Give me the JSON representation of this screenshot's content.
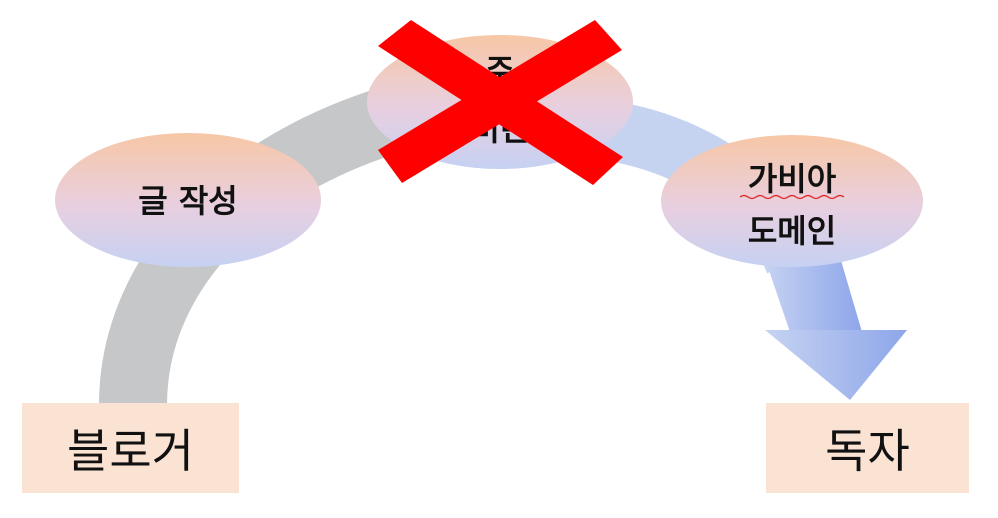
{
  "nodes": {
    "writing": {
      "label": "글 작성"
    },
    "middle": {
      "label_top": "주",
      "label_bottom": "비린"
    },
    "gabia": {
      "line1": "가비아",
      "line2": "도메인"
    }
  },
  "boxes": {
    "blogger": "블로거",
    "reader": "독자"
  },
  "colors": {
    "arc_gray": "#c6c7c9",
    "arc_blue": "#c5d3f0",
    "arrow_blue": "#9fb2ec",
    "ellipse_top": "#f7c7a6",
    "ellipse_bottom": "#c6d1f2",
    "box_fill": "#fbe3d4",
    "cross": "#ff0000"
  }
}
